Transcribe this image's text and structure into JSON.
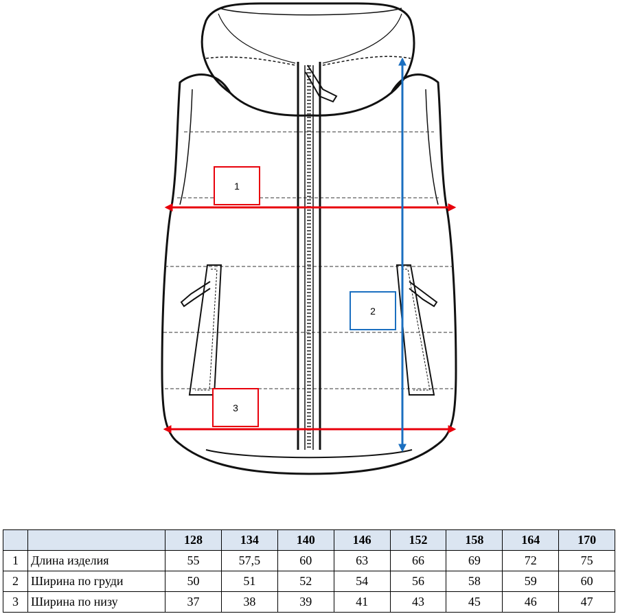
{
  "markers": [
    {
      "number": "1",
      "color": "#e8000b"
    },
    {
      "number": "2",
      "color": "#1a6fc0"
    },
    {
      "number": "3",
      "color": "#e8000b"
    }
  ],
  "colors": {
    "red_arrow": "#e8000b",
    "blue_arrow": "#1a6fc0",
    "header_bg": "#dbe5f1"
  },
  "table": {
    "sizes": [
      "128",
      "134",
      "140",
      "146",
      "152",
      "158",
      "164",
      "170"
    ],
    "rows": [
      {
        "index": "1",
        "name": "Длина изделия",
        "values": [
          "55",
          "57,5",
          "60",
          "63",
          "66",
          "69",
          "72",
          "75"
        ]
      },
      {
        "index": "2",
        "name": "Ширина по груди",
        "values": [
          "50",
          "51",
          "52",
          "54",
          "56",
          "58",
          "59",
          "60"
        ]
      },
      {
        "index": "3",
        "name": "Ширина по низу",
        "values": [
          "37",
          "38",
          "39",
          "41",
          "43",
          "45",
          "46",
          "47"
        ]
      }
    ]
  }
}
